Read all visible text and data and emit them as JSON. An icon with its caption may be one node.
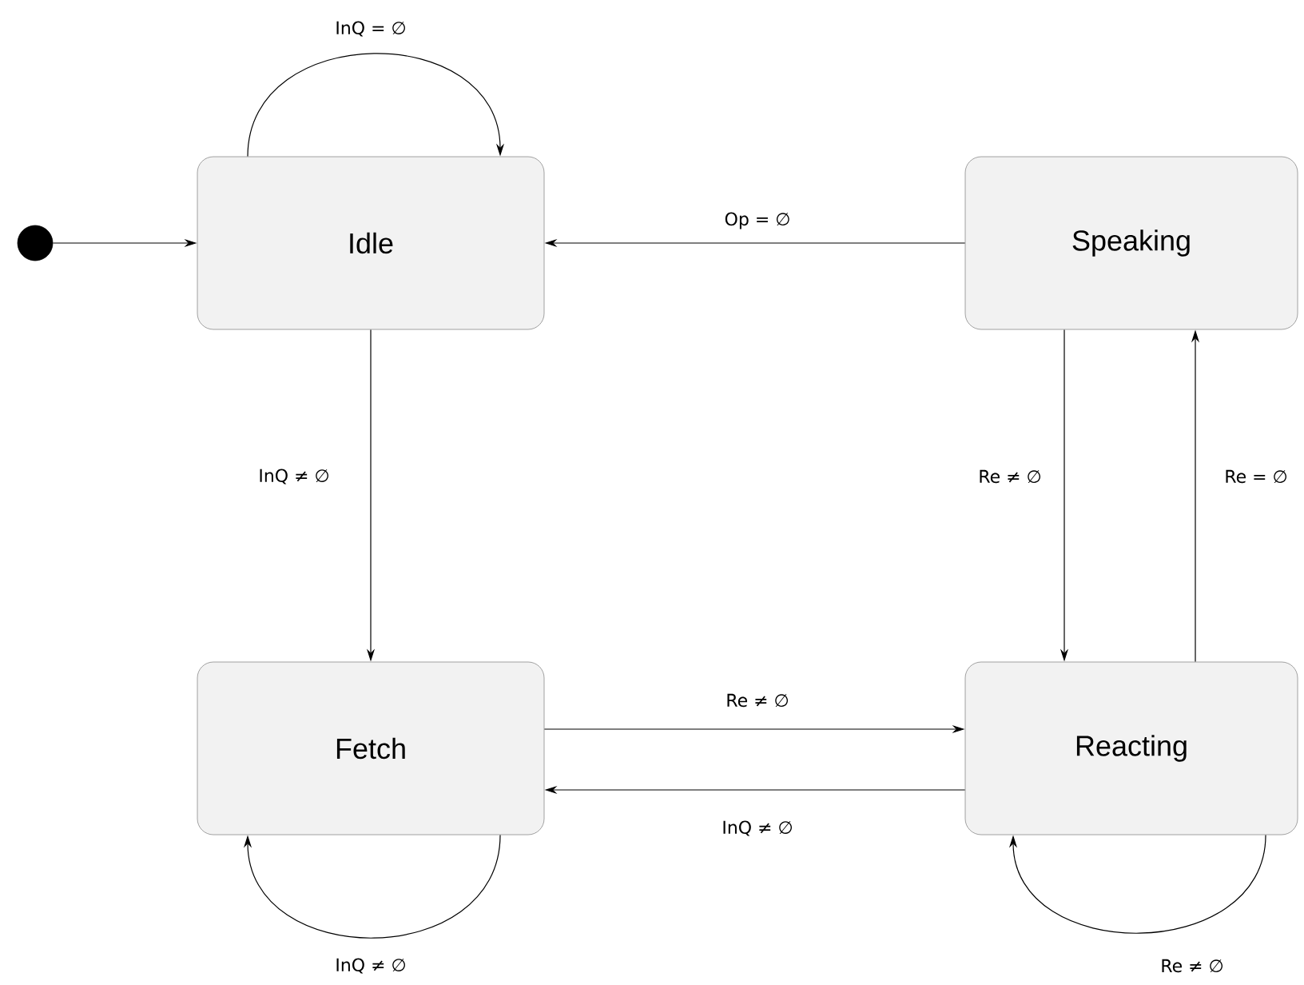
{
  "diagram": {
    "nodes": [
      {
        "text": [],
        "shape": "circle"
      },
      {
        "text": [
          "Idle"
        ]
      },
      {
        "text": [
          "Speaking"
        ]
      },
      {
        "text": [
          "Fetch"
        ]
      },
      {
        "text": [
          "Reacting"
        ]
      }
    ],
    "edges": [
      {
        "from": 0,
        "to": 1,
        "arrow": "to"
      },
      {
        "from": 1,
        "to": 1,
        "arrow": "to",
        "label": "InQ = ∅"
      },
      {
        "from": 2,
        "to": 1,
        "arrow": "to",
        "label": "Op = ∅"
      },
      {
        "from": 1,
        "to": 3,
        "arrow": "to",
        "label": "InQ ≠ ∅"
      },
      {
        "from": 2,
        "to": 4,
        "arrow": "to",
        "label": "Re ≠ ∅"
      },
      {
        "from": 4,
        "to": 2,
        "arrow": "to",
        "label": "Re = ∅"
      },
      {
        "from": 3,
        "to": 4,
        "arrow": "to",
        "label": "Re ≠ ∅"
      },
      {
        "from": 4,
        "to": 3,
        "arrow": "to",
        "label": "InQ ≠ ∅"
      },
      {
        "from": 3,
        "to": 3,
        "arrow": "to",
        "label": "InQ ≠ ∅"
      },
      {
        "from": 4,
        "to": 4,
        "arrow": "to",
        "label": "Re ≠ ∅"
      }
    ]
  }
}
